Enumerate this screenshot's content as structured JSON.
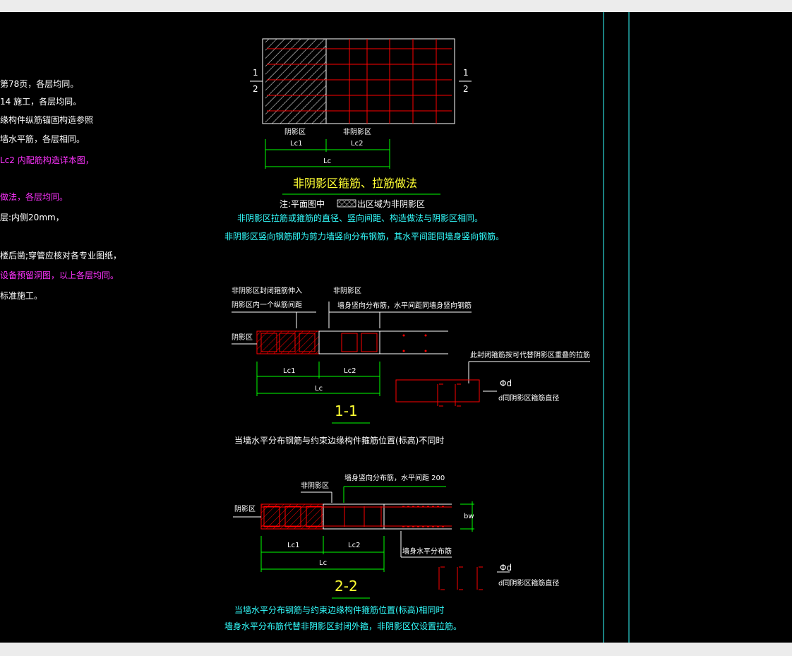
{
  "left_notes": [
    {
      "text": "第78页，各层均同。",
      "color": "white"
    },
    {
      "text": "14 施工，各层均同。",
      "color": "white"
    },
    {
      "text": "缘构件纵筋锚固构造参照",
      "color": "white"
    },
    {
      "text": "墙水平筋，各层相同。",
      "color": "white"
    },
    {
      "text": "Lc2 内配筋构造详本图，",
      "color": "magenta"
    },
    {
      "text": "做法，各层均同。",
      "color": "magenta"
    },
    {
      "text": "层:内侧20mm，",
      "color": "white"
    },
    {
      "text": "楼后凿;穿管应核对各专业图纸，",
      "color": "white"
    },
    {
      "text": "设备预留洞图，以上各层均同。",
      "color": "magenta"
    },
    {
      "text": "标准施工。",
      "color": "white"
    }
  ],
  "detail_a": {
    "title": "非阴影区箍筋、拉筋做法",
    "section_num": "1",
    "section_den": "2",
    "zone1": "阴影区",
    "zone2": "非阴影区",
    "lc1": "Lc1",
    "lc2": "Lc2",
    "lc": "Lc",
    "note_prefix": "注:平面图中",
    "note_suffix": "出区域为非阴影区",
    "note2": "非阴影区拉筋或箍筋的直径、竖向间距、构造做法与阴影区相同。",
    "note3": "非阴影区竖向钢筋即为剪力墙竖向分布钢筋，其水平间距同墙身竖向钢筋。"
  },
  "detail_b": {
    "label_tl1": "非阴影区封闭箍筋伸入",
    "label_tl2": "阴影区内一个纵筋间距",
    "label_nonshadow": "非阴影区",
    "label_vertical": "墙身竖向分布筋，水平间距同墙身竖向钢筋",
    "label_shadow": "阴影区",
    "label_right": "此封闭箍筋按可代替阴影区重叠的拉筋",
    "lc1": "Lc1",
    "lc2": "Lc2",
    "lc": "Lc",
    "phi": "Φd",
    "d_note": "d同阴影区箍筋直径",
    "section": "1-1",
    "caption": "当墙水平分布钢筋与约束边缘构件箍筋位置(标高)不同时"
  },
  "detail_c": {
    "label_nonshadow": "非阴影区",
    "label_vertical": "墙身竖向分布筋，水平间距 200",
    "label_shadow": "阴影区",
    "label_bw": "bw",
    "label_horizontal": "墙身水平分布筋",
    "lc1": "Lc1",
    "lc2": "Lc2",
    "lc": "Lc",
    "phi": "Φd",
    "d_note": "d同阴影区箍筋直径",
    "section": "2-2",
    "caption1": "当墙水平分布钢筋与约束边缘构件箍筋位置(标高)相同时",
    "caption2": "墙身水平分布筋代替非阴影区封闭外箍，非阴影区仅设置拉筋。"
  },
  "colors": {
    "background": "#000000",
    "white": "#ffffff",
    "red": "#ff0000",
    "green": "#00ff00",
    "cyan": "#33ffff",
    "yellow": "#ffff33",
    "magenta": "#ff33ff"
  }
}
